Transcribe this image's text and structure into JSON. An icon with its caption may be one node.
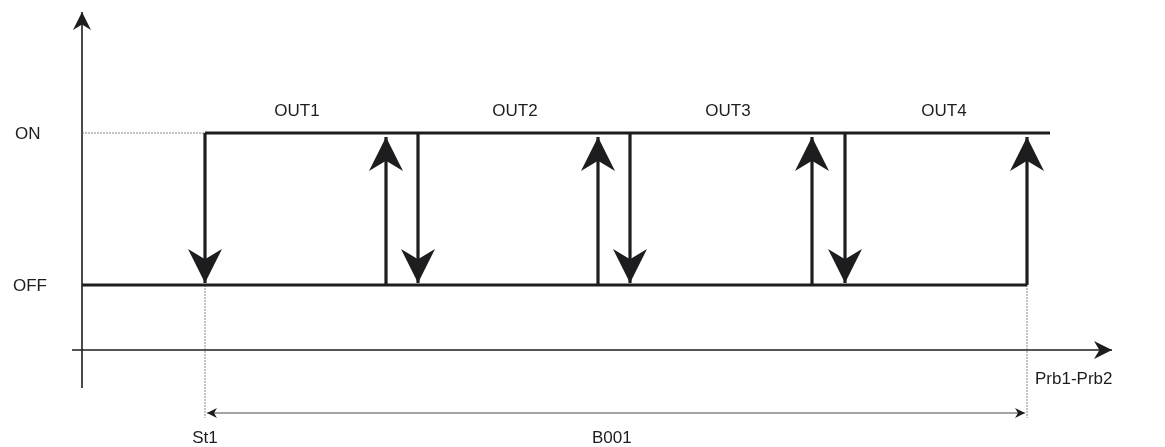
{
  "diagram": {
    "labels": [
      "ON",
      "OFF",
      "OUT1",
      "OUT2",
      "OUT3",
      "OUT4",
      "Prb1-Prb2",
      "St1",
      "B001"
    ]
  }
}
